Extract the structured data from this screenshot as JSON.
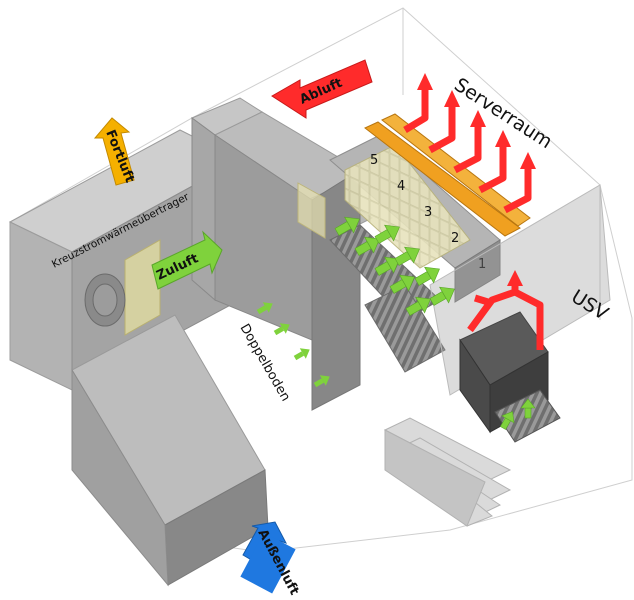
{
  "labels": {
    "serverraum": "Serverraum",
    "usv": "USV",
    "abluft": "Abluft",
    "fortluft": "Fortluft",
    "zuluft": "Zuluft",
    "aussenluft": "Außenluft",
    "doppelboden": "Doppelboden",
    "kreuzstrom": "Kreuzstromwärmeübertrager"
  },
  "rack_numbers": [
    "5",
    "4",
    "3",
    "2",
    "1"
  ],
  "colors": {
    "hot_air": "#ff2b2b",
    "cool_air": "#7fd23c",
    "exhaust_arrow": "#f5b000",
    "outside_arrow": "#1f78e0",
    "wall": "#a9a9a9",
    "wall_dark": "#8c8c8c",
    "wall_light": "#c9c9c9",
    "rack_cover": "#e8e4b8",
    "tray": "#f0a020"
  }
}
